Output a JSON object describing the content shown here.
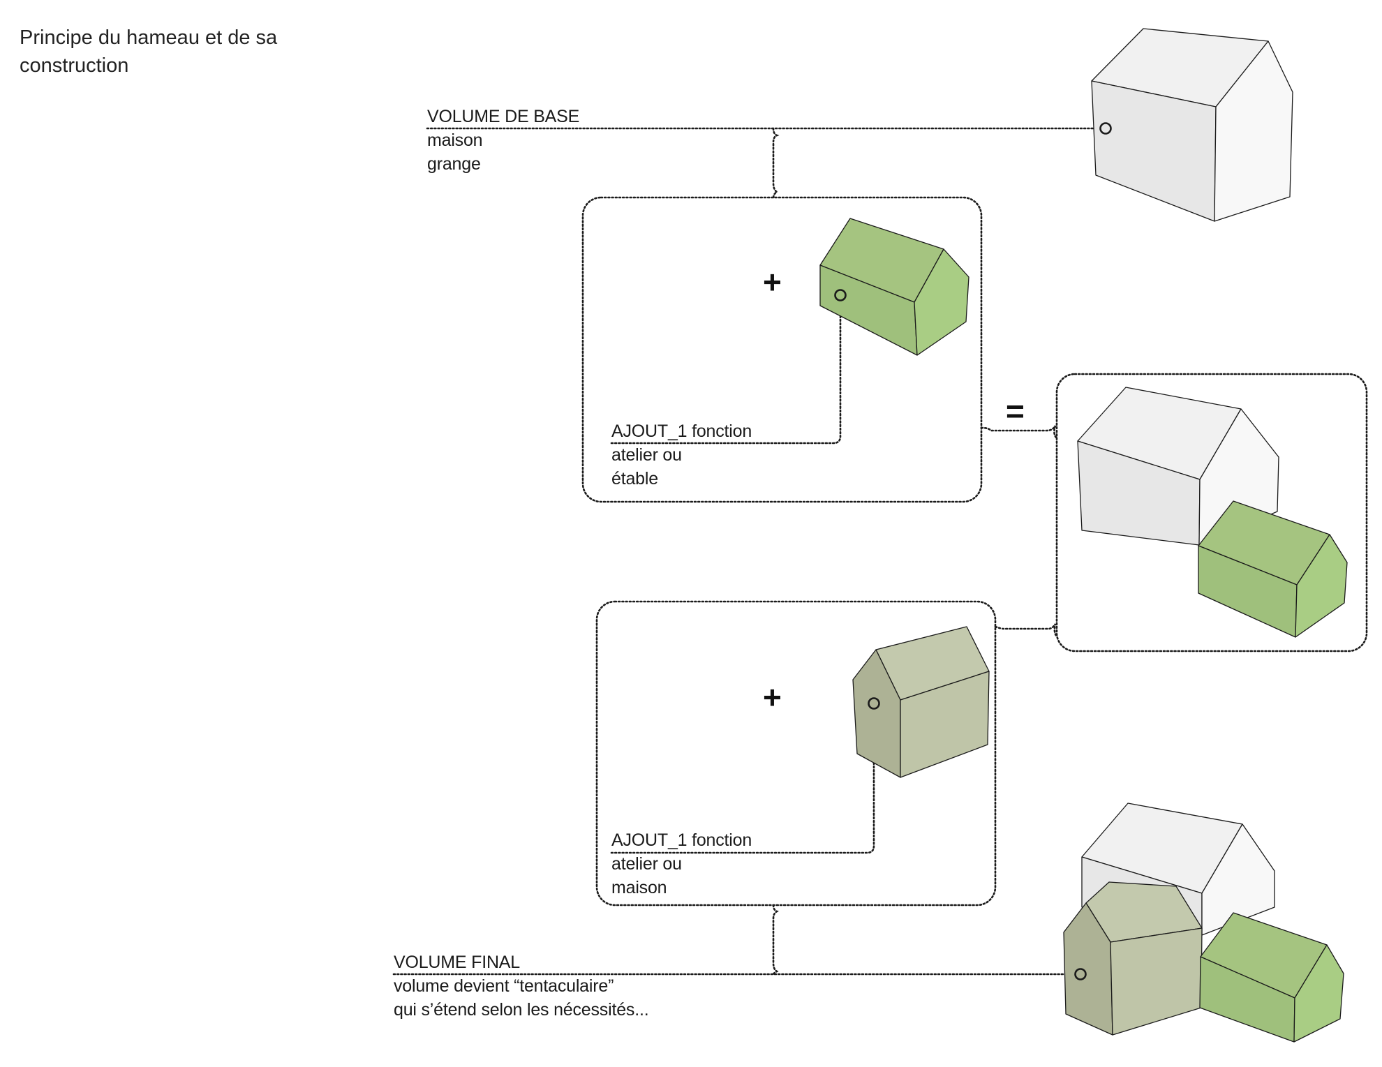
{
  "title": [
    "Principe du hameau et de sa",
    "construction"
  ],
  "base": {
    "heading": "VOLUME DE BASE",
    "lines": [
      "maison",
      "grange"
    ]
  },
  "addition_1": {
    "heading": "AJOUT_1 fonction",
    "lines": [
      "atelier ou",
      "étable"
    ]
  },
  "addition_2": {
    "heading": "AJOUT_1 fonction",
    "lines": [
      "atelier ou",
      "maison"
    ]
  },
  "final": {
    "heading": "VOLUME FINAL",
    "lines": [
      "volume devient “tentaculaire”",
      "qui s’étend selon les nécessités..."
    ]
  },
  "operators": {
    "plus": "+",
    "equals": "="
  },
  "colors": {
    "white_front": "#e7e7e7",
    "white_gable": "#f8f8f8",
    "white_roof": "#f1f1f1",
    "green_front": "#9fc07c",
    "green_gable": "#a9cd84",
    "green_roof": "#a5c480",
    "sage_front": "#bfc5a8",
    "sage_gable": "#adb295",
    "sage_roof": "#c3c9ad",
    "line": "#1a1a1a"
  }
}
